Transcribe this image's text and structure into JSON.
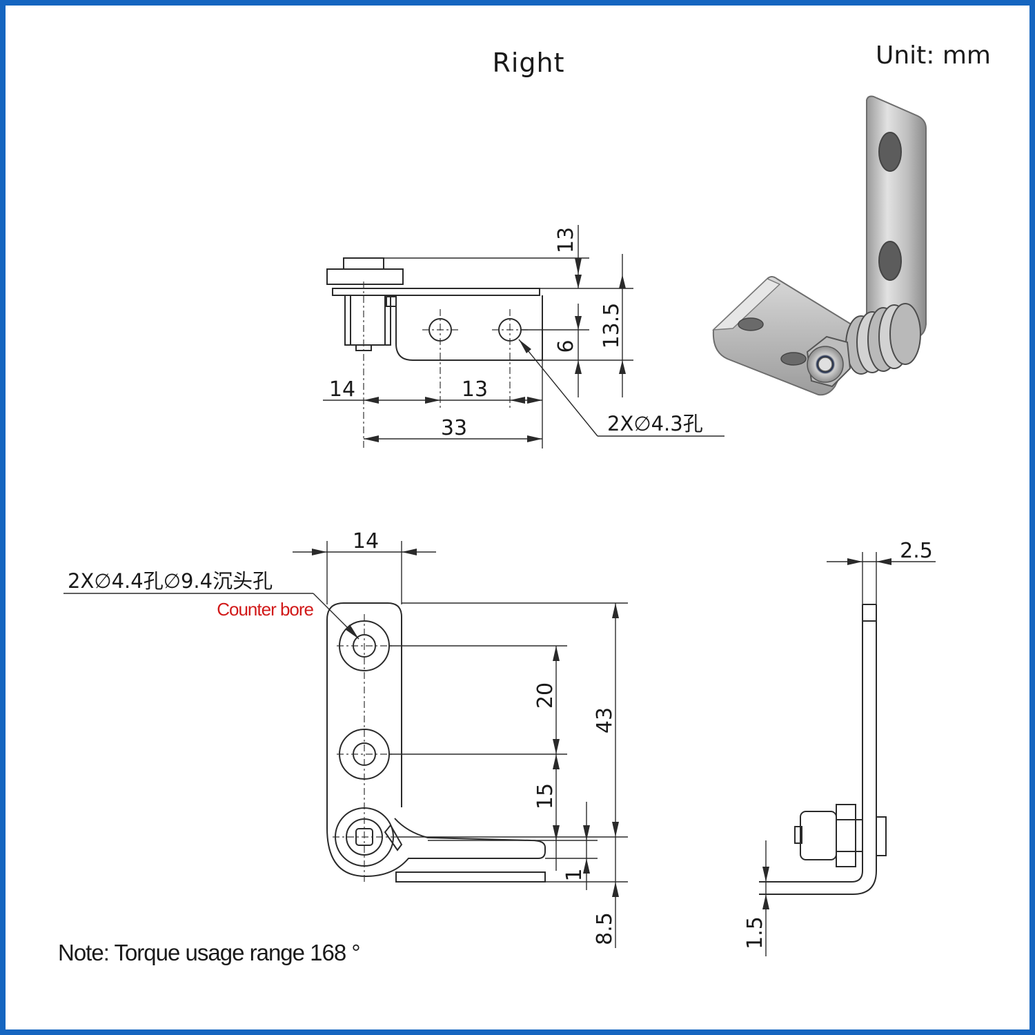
{
  "title": "Right",
  "unit": "Unit:  mm",
  "note": "Note: Torque usage range 168 °",
  "top_view": {
    "dims": {
      "d13_vertical": "13",
      "d13_5": "13.5",
      "d6": "6",
      "d14": "14",
      "d13_horizontal": "13",
      "d33": "33"
    },
    "hole_callout": "2X∅4.3孔"
  },
  "front_view": {
    "dims": {
      "d14": "14",
      "d20": "20",
      "d43": "43",
      "d15": "15",
      "d1": "1",
      "d8_5": "8.5"
    },
    "hole_callout": "2X∅4.4孔∅9.4沉头孔",
    "counter_bore": "Counter bore"
  },
  "side_view": {
    "dims": {
      "d2_5": "2.5",
      "d1_5": "1.5"
    }
  },
  "colors": {
    "border": "#1565c0",
    "red_label": "#d11a1a",
    "steel": "#c9c9c9"
  }
}
